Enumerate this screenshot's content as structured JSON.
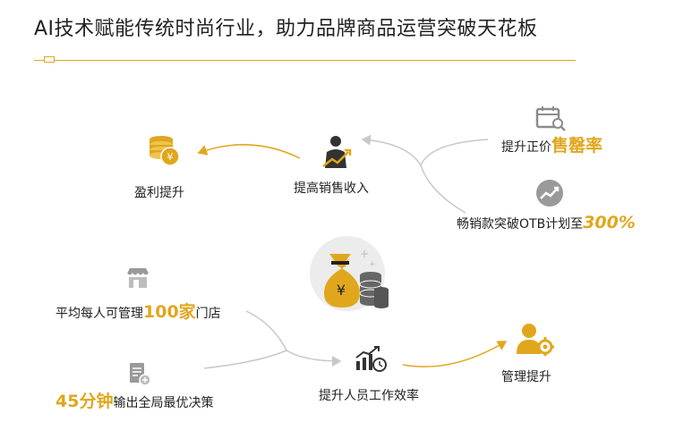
{
  "title": "AI技术赋能传统时尚行业，助力品牌商品运营突破天花板",
  "labels": {
    "profit": "盈利提升",
    "sales_revenue": "提高销售收入",
    "full_price_prefix": "提升正价",
    "full_price_highlight": "售罄率",
    "otb_prefix": "畅销款突破OTB计划至",
    "otb_highlight": "300%",
    "stores_prefix": "平均每人可管理",
    "stores_highlight": "100家",
    "stores_suffix": "门店",
    "minutes_highlight": "45分钟",
    "minutes_suffix": "输出全局最优决策",
    "efficiency": "提升人员工作效率",
    "management": "管理提升"
  },
  "colors": {
    "accent": "#e0a71d",
    "icon_gray": "#8c8c8c",
    "connector_gray": "#c8c8c8",
    "dark": "#333333"
  }
}
